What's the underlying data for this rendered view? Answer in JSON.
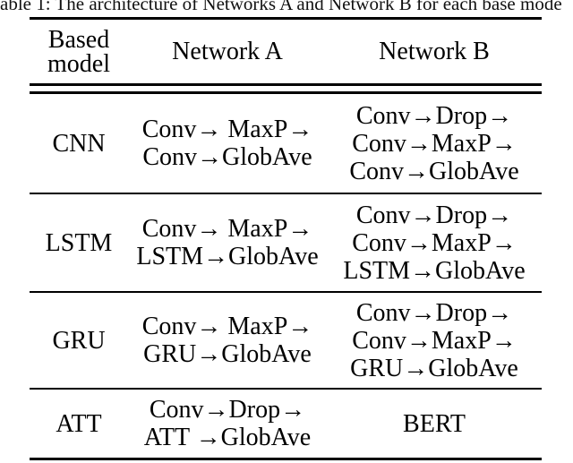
{
  "caption": {
    "text": "able 1: The architecture of Networks A and Network B for each base mode"
  },
  "table": {
    "header": {
      "col_model_line1": "Based",
      "col_model_line2": "model",
      "col_a": "Network A",
      "col_b": "Network B"
    },
    "rows": [
      {
        "model": "CNN",
        "a": [
          "Conv→ MaxP→",
          "Conv→GlobAve"
        ],
        "b": [
          "Conv→Drop→",
          "Conv→MaxP→",
          "Conv→GlobAve"
        ]
      },
      {
        "model": "LSTM",
        "a": [
          "Conv→ MaxP→",
          "LSTM→GlobAve"
        ],
        "b": [
          "Conv→Drop→",
          "Conv→MaxP→",
          "LSTM→GlobAve"
        ]
      },
      {
        "model": "GRU",
        "a": [
          "Conv→ MaxP→",
          "GRU→GlobAve"
        ],
        "b": [
          "Conv→Drop→",
          "Conv→MaxP→",
          "GRU→GlobAve"
        ]
      },
      {
        "model": "ATT",
        "a": [
          "Conv→Drop→",
          "ATT →GlobAve"
        ],
        "b": [
          "BERT"
        ]
      }
    ],
    "colors": {
      "text": "#000000",
      "rule": "#000000",
      "background": "#ffffff"
    }
  }
}
